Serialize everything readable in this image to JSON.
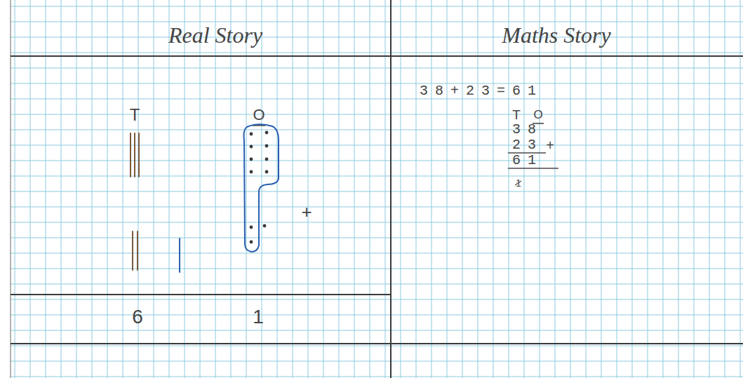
{
  "diagram": {
    "labels": [
      "Real Story",
      "Maths Story",
      "T",
      "O",
      "+",
      "6",
      "1",
      "38+23=61",
      "T",
      "O",
      "38",
      "23",
      "+",
      "61",
      "1"
    ]
  }
}
